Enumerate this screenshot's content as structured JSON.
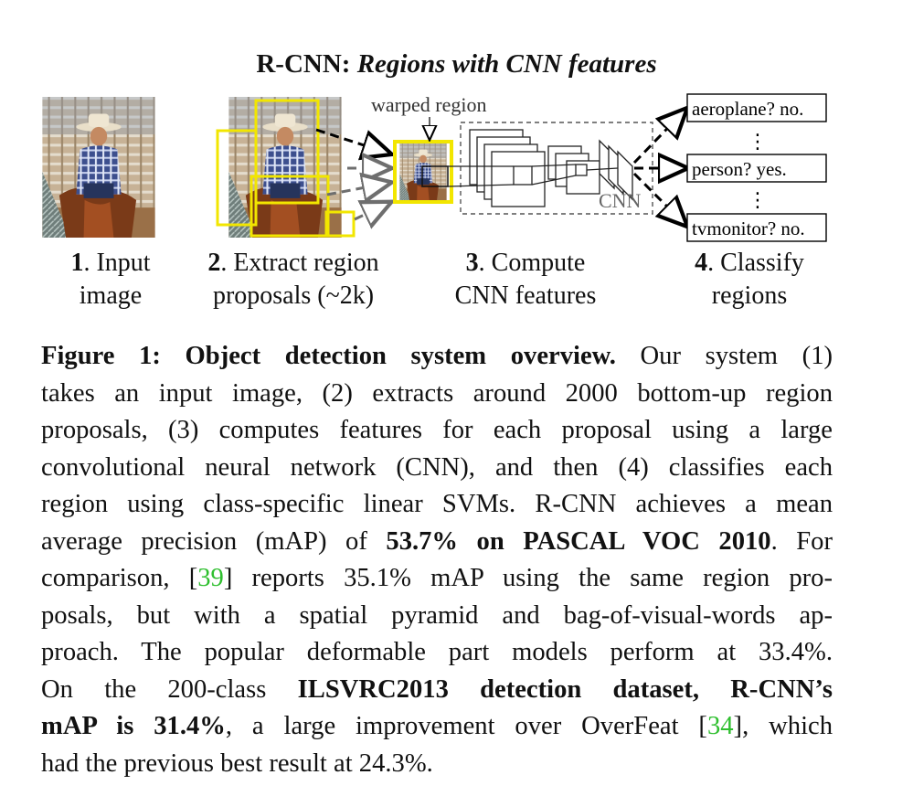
{
  "figure": {
    "title_prefix": "R-CNN:",
    "title_italic": "Regions with CNN features",
    "labels": {
      "warped_region": "warped region",
      "cnn": "CNN"
    },
    "classes": [
      {
        "text": "aeroplane? no."
      },
      {
        "text": "person? yes."
      },
      {
        "text": "tvmonitor? no."
      }
    ],
    "vdots": "⋮",
    "steps": [
      {
        "num": "1",
        "line1": ". Input",
        "line2": "image"
      },
      {
        "num": "2",
        "line1": ". Extract region",
        "line2": "proposals (~2k)"
      },
      {
        "num": "3",
        "line1": ". Compute",
        "line2": "CNN features"
      },
      {
        "num": "4",
        "line1": ". Classify",
        "line2": "regions"
      }
    ],
    "colors": {
      "proposal_box": "#f2e600",
      "arrow_gray": "#6e6e6e",
      "citation": "#2fbf2f"
    }
  },
  "caption": {
    "l1_bold": "Figure 1: Object detection system overview.",
    "l1_rest": " Our system (1)",
    "l2": "takes an input image, (2) extracts around 2000 bottom-up region",
    "l3": "proposals, (3) computes features for each proposal using a large",
    "l4": "convolutional neural network (CNN), and then (4) classifies each",
    "l5": "region using class-specific linear SVMs. R-CNN achieves a mean",
    "l6_a": "average precision (mAP) of ",
    "l6_bold": "53.7% on PASCAL VOC 2010",
    "l6_b": ". For",
    "l7_a": "comparison, [",
    "l7_cite": "39",
    "l7_b": "] reports 35.1% mAP using the same region pro-",
    "l8": "posals, but with a spatial pyramid and bag-of-visual-words ap-",
    "l9": "proach. The popular deformable part models perform at 33.4%.",
    "l10_a": "On the 200-class ",
    "l10_bold": "ILSVRC2013 detection dataset, R-CNN’s",
    "l11_bold": "mAP is 31.4%",
    "l11_a": ", a large improvement over OverFeat [",
    "l11_cite": "34",
    "l11_b": "], which",
    "l12": "had the previous best result at 24.3%."
  }
}
